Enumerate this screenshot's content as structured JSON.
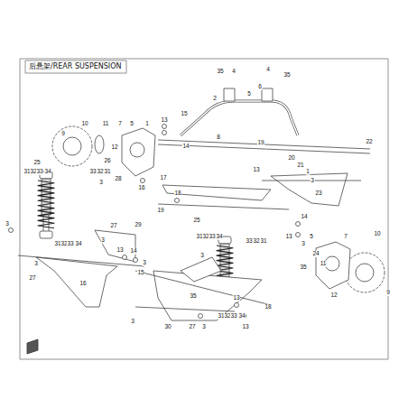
{
  "diagram": {
    "title": "后悬架/REAR SUSPENSION",
    "labels": [
      "9",
      "10",
      "11",
      "7",
      "5",
      "1",
      "13",
      "15",
      "14",
      "12",
      "25",
      "31",
      "32",
      "33",
      "34",
      "26",
      "33",
      "32",
      "31",
      "28",
      "3",
      "16",
      "17",
      "18",
      "19",
      "8",
      "2",
      "35",
      "4",
      "4",
      "35",
      "6",
      "5",
      "22",
      "20",
      "21",
      "19",
      "13",
      "1",
      "3",
      "23",
      "25",
      "31",
      "32",
      "33",
      "34",
      "33",
      "32",
      "31",
      "3",
      "14",
      "13",
      "3",
      "5",
      "24",
      "11",
      "12",
      "35",
      "10",
      "9",
      "7",
      "3",
      "27",
      "29",
      "3",
      "31",
      "32",
      "33",
      "34",
      "3",
      "27",
      "13",
      "14",
      "3",
      "15",
      "16",
      "3",
      "30",
      "27",
      "3",
      "35",
      "13",
      "13",
      "18",
      "31",
      "32",
      "33",
      "34"
    ]
  }
}
